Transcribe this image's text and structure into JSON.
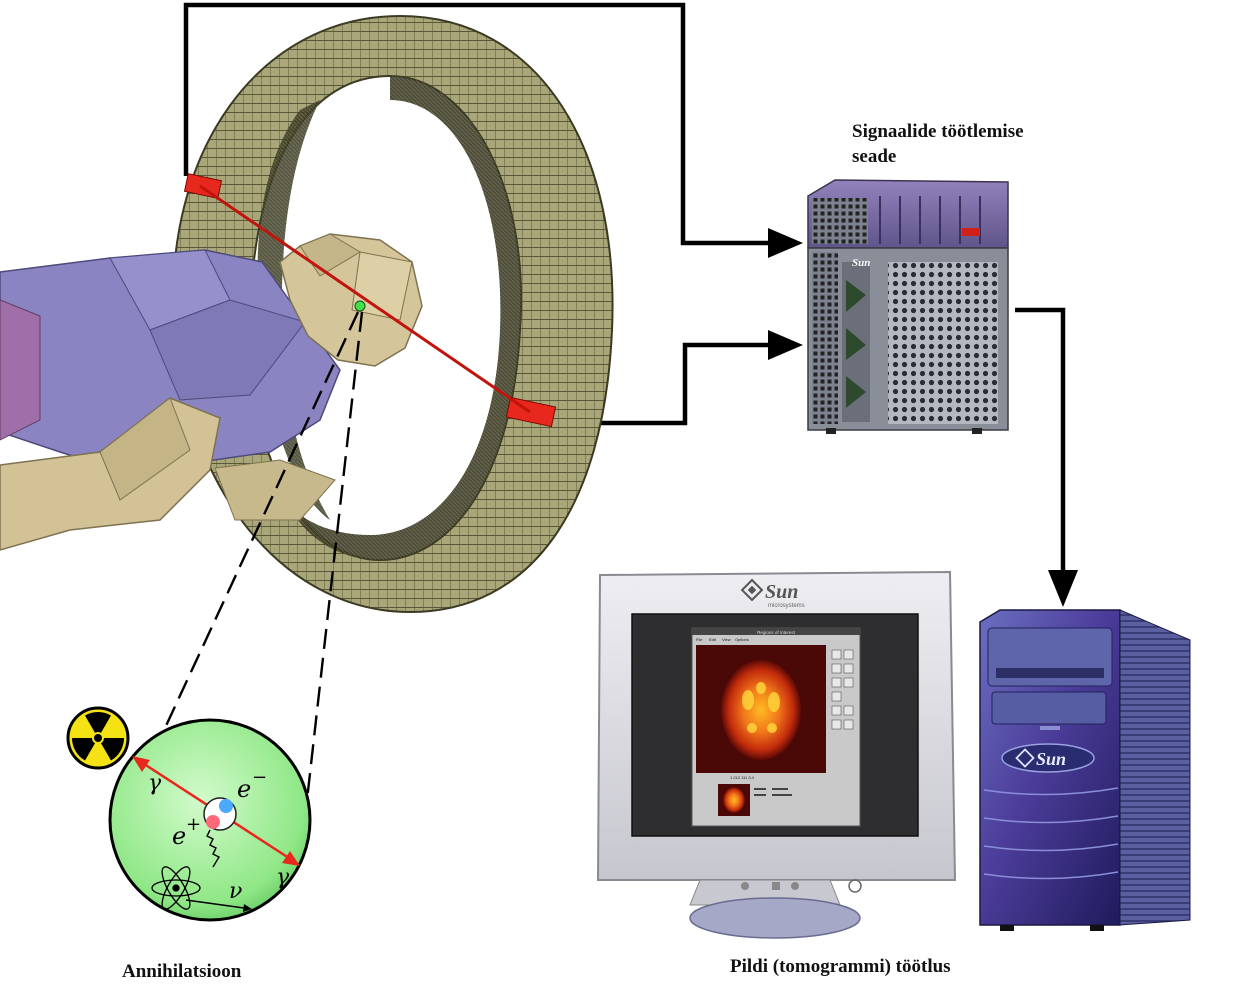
{
  "labels": {
    "signal_processing_line1": "Signaalide töötlemise",
    "signal_processing_line2": "seade",
    "annihilation": "Annihilatsioon",
    "image_processing": "Pildi (tomogrammi) töötlus"
  },
  "physics": {
    "gamma_left": "γ",
    "gamma_right": "γ",
    "electron": "e",
    "electron_charge": "−",
    "positron": "e",
    "positron_charge": "+",
    "neutrino": "ν"
  },
  "brand": {
    "server_logo": "Sun",
    "monitor_logo": "Sun",
    "monitor_logo_sub": "microsystems",
    "tower_logo": "Sun"
  },
  "screen_app": {
    "window_title": "Regions of Interest",
    "menu": [
      "File",
      "Edit",
      "View",
      "Options"
    ],
    "status": "1   212   111   3.4"
  },
  "colors": {
    "ring": "#a8a678",
    "ring_dark": "#555330",
    "detector_hit": "#e8281c",
    "patient_body": "#8b84c4",
    "patient_skin": "#d2c296",
    "annihilation_bg": "#a6ef9c",
    "radiation_yellow": "#f4e214",
    "tower_blue": "#4a3c9c",
    "server_gray": "#888c98",
    "server_purple": "#7a6ca8",
    "monitor_gray": "#d8d8dc"
  }
}
